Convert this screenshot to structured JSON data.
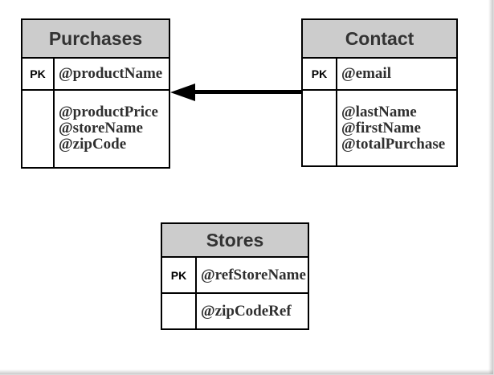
{
  "diagram": {
    "type": "entity-relationship-diagram",
    "background_color": "#ffffff",
    "header_fill": "#cccccc",
    "border_color": "#000000",
    "attribute_text_color": "#2f2f2f"
  },
  "entities": [
    {
      "id": "purchases",
      "title": "Purchases",
      "key_label": "PK",
      "key_attribute": "@productName",
      "attributes": [
        "@productPrice",
        "@storeName",
        "@zipCode"
      ]
    },
    {
      "id": "contact",
      "title": "Contact",
      "key_label": "PK",
      "key_attribute": "@email",
      "attributes": [
        "@lastName",
        "@firstName",
        "@totalPurchase"
      ]
    },
    {
      "id": "stores",
      "title": "Stores",
      "key_label": "PK",
      "key_attribute": "@refStoreName",
      "attributes": [
        "@zipCodeRef"
      ]
    }
  ],
  "relationships": [
    {
      "id": "contact-to-purchases",
      "from": "contact",
      "to": "purchases",
      "style": "solid-line",
      "arrow": "filled-triangle",
      "direction": "left"
    }
  ]
}
